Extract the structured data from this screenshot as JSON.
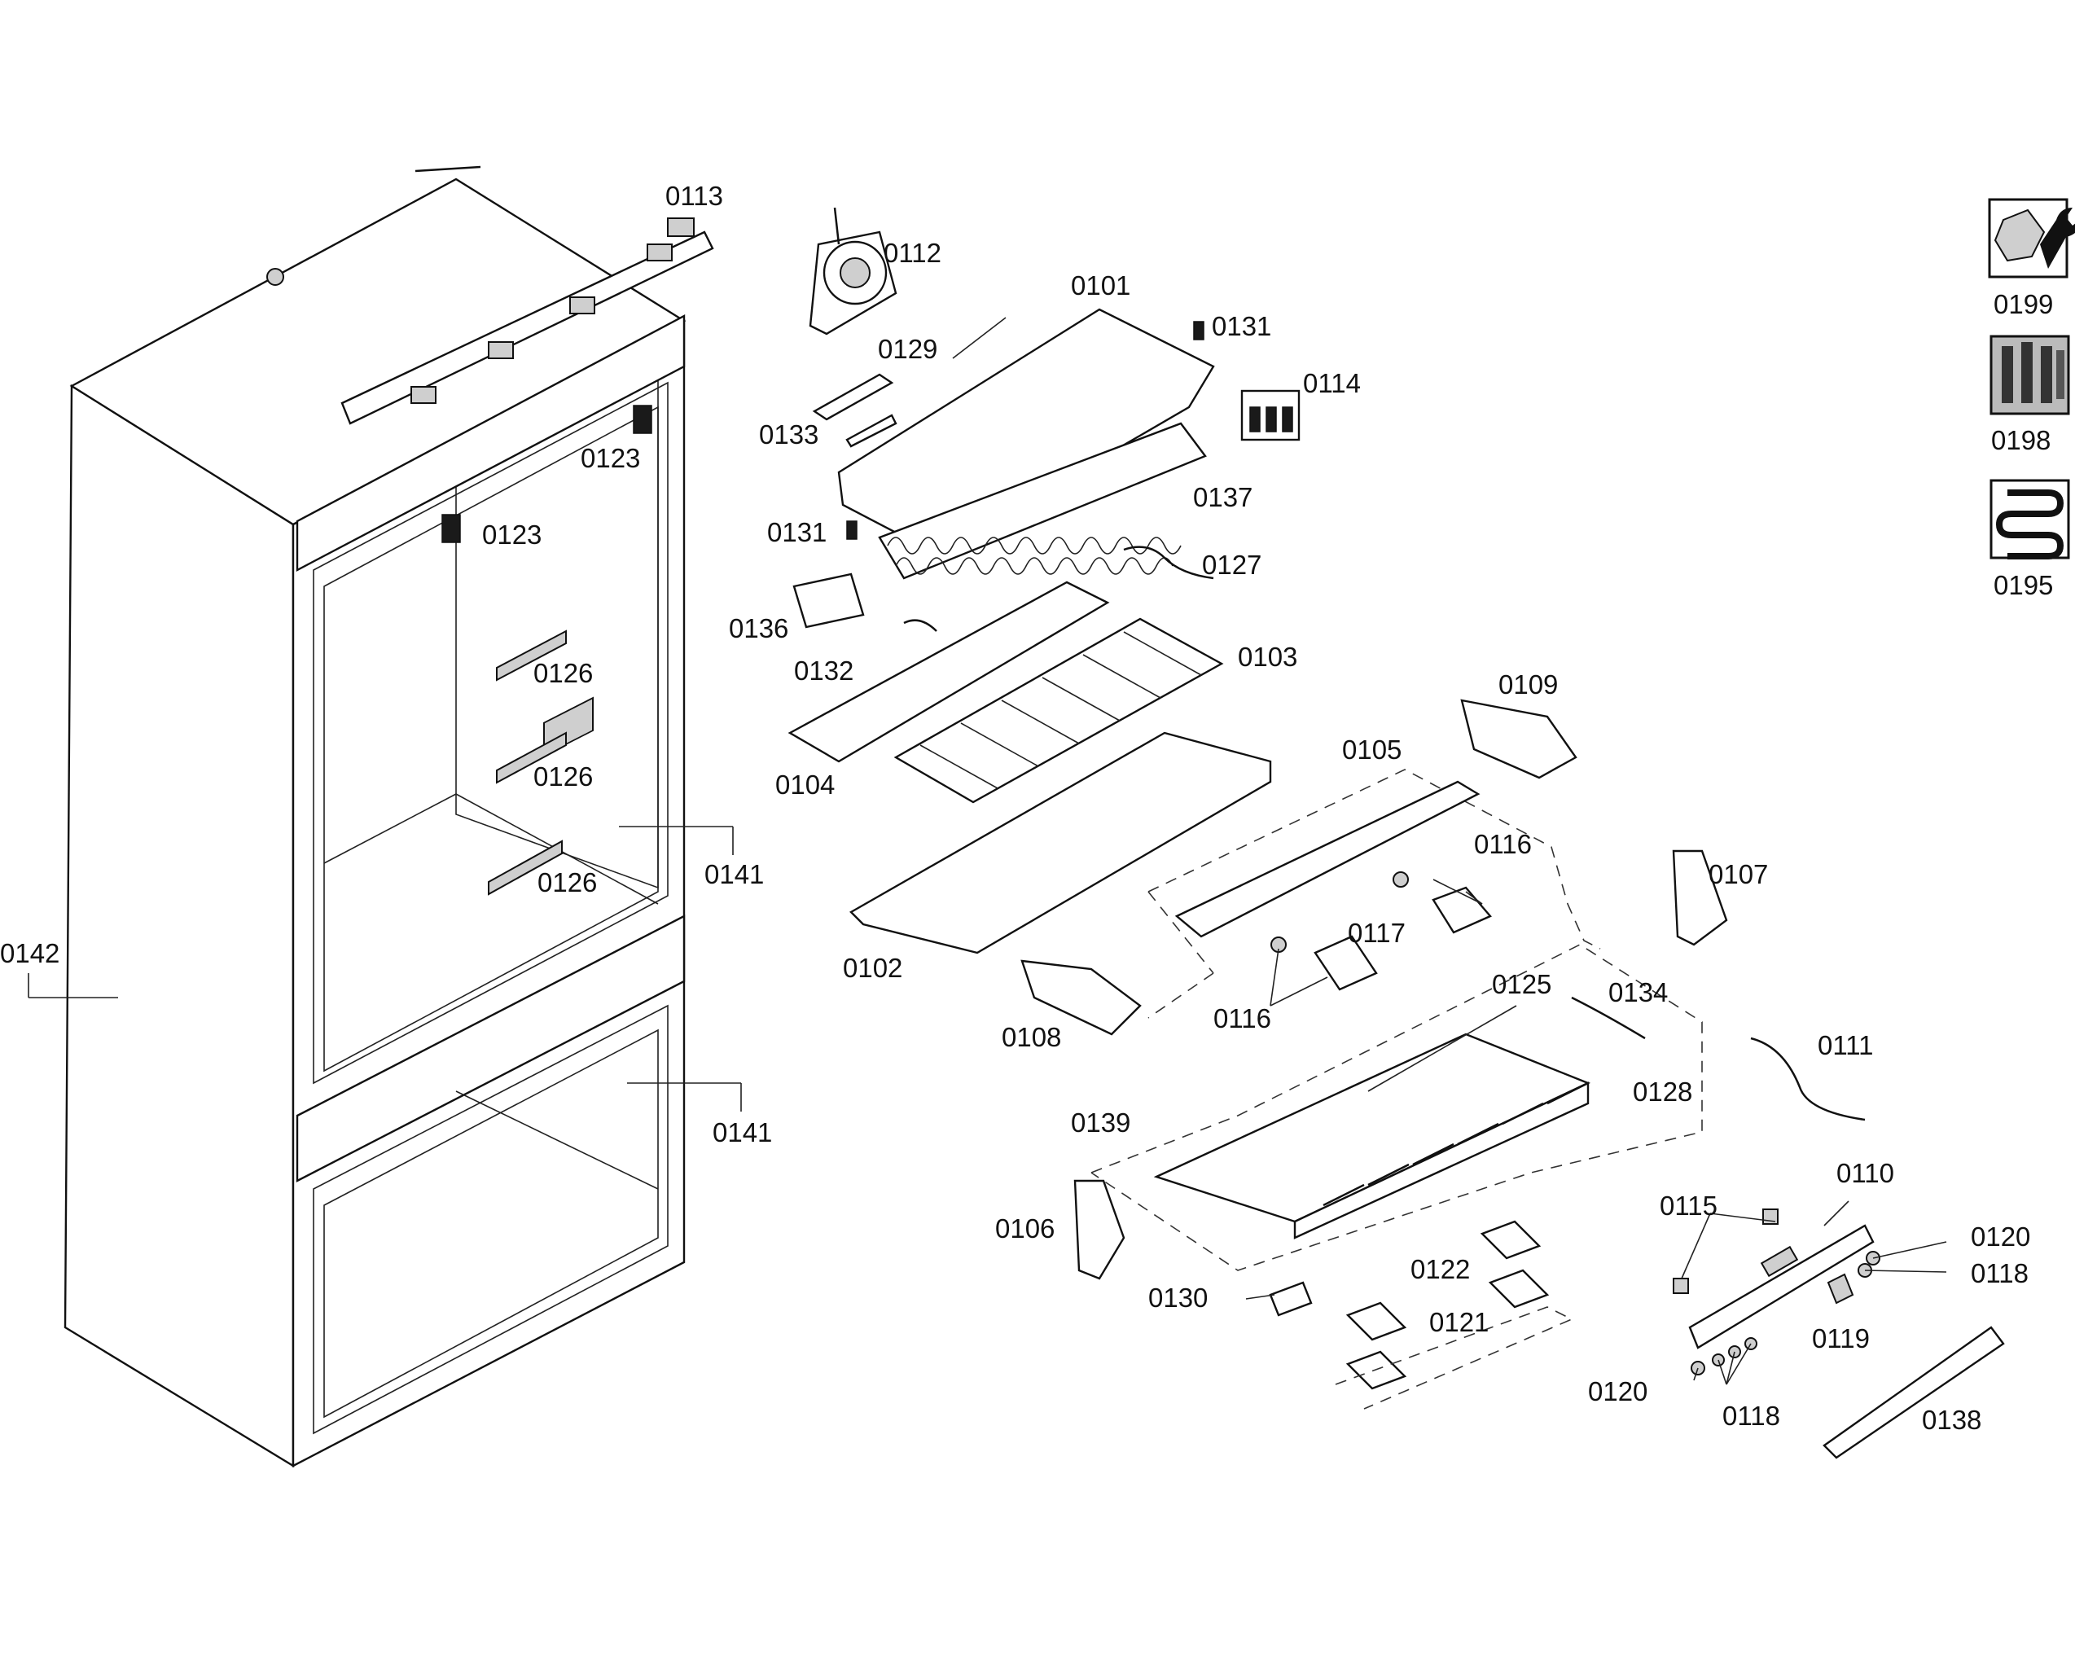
{
  "parts": {
    "p0101": "0101",
    "p0102": "0102",
    "p0103": "0103",
    "p0104": "0104",
    "p0105": "0105",
    "p0106": "0106",
    "p0107": "0107",
    "p0108": "0108",
    "p0109": "0109",
    "p0110": "0110",
    "p0111": "0111",
    "p0112": "0112",
    "p0113": "0113",
    "p0114": "0114",
    "p0115": "0115",
    "p0116a": "0116",
    "p0116b": "0116",
    "p0117": "0117",
    "p0118a": "0118",
    "p0118b": "0118",
    "p0119": "0119",
    "p0120a": "0120",
    "p0120b": "0120",
    "p0121": "0121",
    "p0122": "0122",
    "p0123a": "0123",
    "p0123b": "0123",
    "p0125": "0125",
    "p0126a": "0126",
    "p0126b": "0126",
    "p0126c": "0126",
    "p0127": "0127",
    "p0128": "0128",
    "p0129": "0129",
    "p0130": "0130",
    "p0131a": "0131",
    "p0131b": "0131",
    "p0132": "0132",
    "p0133": "0133",
    "p0134": "0134",
    "p0136": "0136",
    "p0137": "0137",
    "p0138": "0138",
    "p0139": "0139",
    "p0141a": "0141",
    "p0141b": "0141",
    "p0142": "0142",
    "p0195": "0195",
    "p0198": "0198",
    "p0199": "0199"
  },
  "icons": {
    "i0199": "wrench-nut-icon",
    "i0198": "screws-icon",
    "i0195": "coil-icon"
  }
}
